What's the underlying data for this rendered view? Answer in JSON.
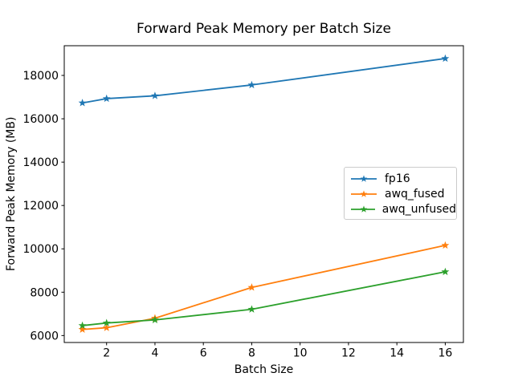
{
  "figure": {
    "background": "#ffffff",
    "axes_edge_color": "#000000"
  },
  "chart_data": {
    "type": "line",
    "title": "Forward Peak Memory per Batch Size",
    "xlabel": "Batch Size",
    "ylabel": "Forward Peak Memory (MB)",
    "x": [
      1,
      2,
      4,
      8,
      16
    ],
    "series": [
      {
        "name": "fp16",
        "color": "#1f77b4",
        "marker": "star",
        "values": [
          16730,
          16930,
          17060,
          17560,
          18780
        ]
      },
      {
        "name": "awq_fused",
        "color": "#ff7f0e",
        "marker": "star",
        "values": [
          6280,
          6360,
          6800,
          8220,
          10160
        ]
      },
      {
        "name": "awq_unfused",
        "color": "#2ca02c",
        "marker": "star",
        "values": [
          6460,
          6580,
          6720,
          7210,
          8940
        ]
      }
    ],
    "xlim": [
      0.25,
      16.75
    ],
    "ylim": [
      5680,
      19370
    ],
    "xticks": [
      2,
      4,
      6,
      8,
      10,
      12,
      14,
      16
    ],
    "yticks": [
      6000,
      8000,
      10000,
      12000,
      14000,
      16000,
      18000
    ],
    "grid": false,
    "legend_position": "center-right",
    "legend_labels": [
      "fp16",
      "awq_fused",
      "awq_unfused"
    ]
  }
}
